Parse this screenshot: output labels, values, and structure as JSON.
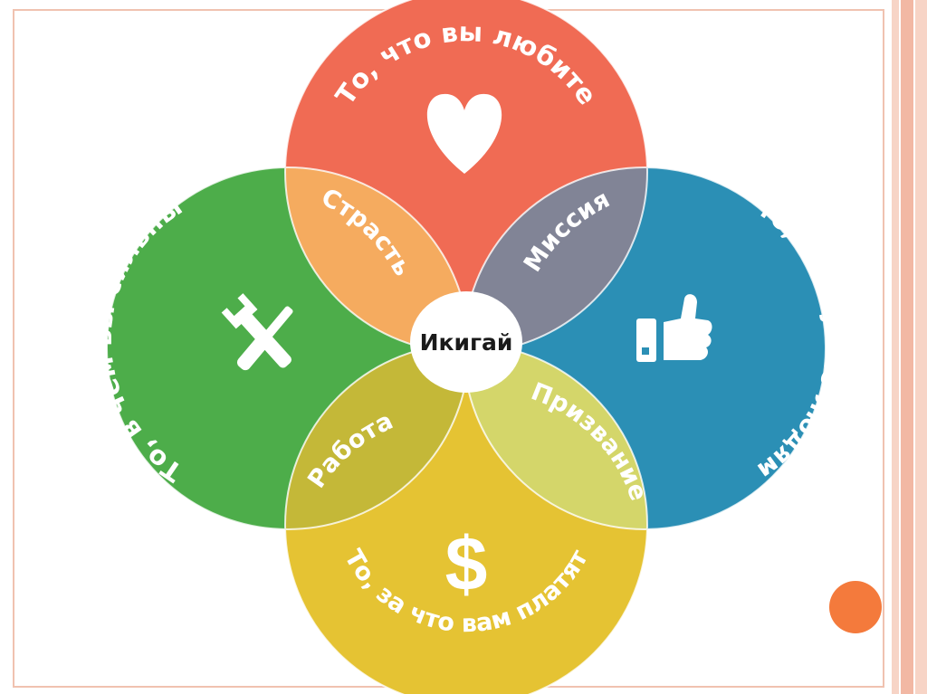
{
  "slide": {
    "frame_color": "#f0c2b0",
    "stripe_colors": [
      "#f7d4c6",
      "#f2b8a4",
      "#f7d4c6"
    ],
    "accent_dot_color": "#f47a3c"
  },
  "diagram": {
    "center_label": "Икигай",
    "circles": {
      "top": {
        "label": "То, что вы любите",
        "icon": "heart-icon",
        "color": "#f06b54"
      },
      "left": {
        "label": "То, в чем вы сильны",
        "icon": "tools-icon",
        "color": "#4dad4a"
      },
      "right": {
        "label": "То, что нужно людям",
        "icon": "thumbs-up-icon",
        "color": "#2b8fb5"
      },
      "bottom": {
        "label": "То, за что вам платят",
        "icon": "dollar-icon",
        "color": "#e5c333"
      }
    },
    "overlaps": {
      "passion": {
        "label": "Страсть",
        "color": "#f5ab5f"
      },
      "mission": {
        "label": "Миссия",
        "color": "#818496"
      },
      "work": {
        "label": "Работа",
        "color": "#c4b838"
      },
      "vocation": {
        "label": "Призвание",
        "color": "#d4d66a"
      }
    },
    "lens_colors": {
      "top": "#f4bcc6",
      "left": "#ede28f",
      "right": "#b5b3c6",
      "bottom": "#f1e48c"
    }
  }
}
